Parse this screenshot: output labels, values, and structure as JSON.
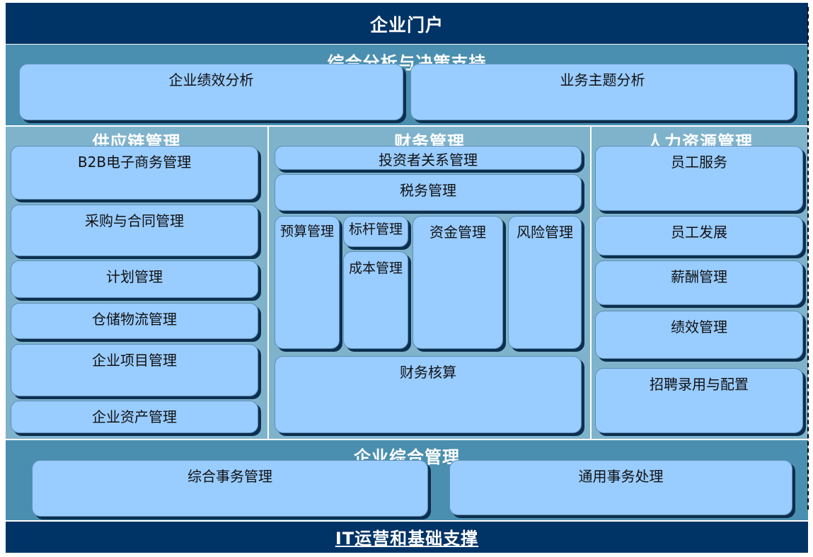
{
  "portal": {
    "title": "企业门户"
  },
  "analysis": {
    "title": "综合分析与决策支持",
    "boxes": [
      "企业绩效分析",
      "业务主题分析"
    ]
  },
  "supply_chain": {
    "title": "供应链管理",
    "boxes": [
      "B2B电子商务管理",
      "采购与合同管理",
      "计划管理",
      "仓储物流管理",
      "企业项目管理",
      "企业资产管理"
    ]
  },
  "finance": {
    "title": "财务管理",
    "investor_relations": "投资者关系管理",
    "tax": "税务管理",
    "budget": "预算管理",
    "benchmark": "标杆管理",
    "cost": "成本管理",
    "funds": "资金管理",
    "risk": "风险管理",
    "accounting": "财务核算"
  },
  "hr": {
    "title": "人力资源管理",
    "boxes": [
      "员工服务",
      "员工发展",
      "薪酬管理",
      "绩效管理",
      "招聘录用与配置"
    ]
  },
  "enterprise_admin": {
    "title": "企业综合管理",
    "boxes": [
      "综合事务管理",
      "通用事务处理"
    ]
  },
  "it_ops": {
    "title": "IT运营和基础支撑"
  }
}
